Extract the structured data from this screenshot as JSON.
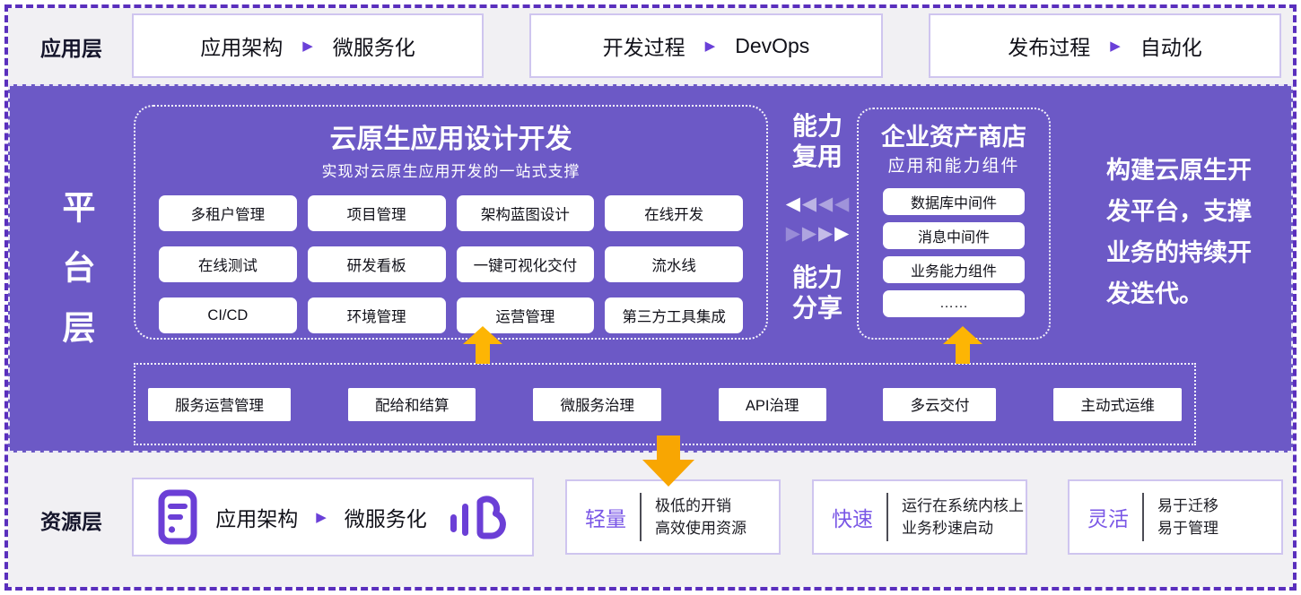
{
  "colors": {
    "panel_purple": "#6c59c6",
    "frame_purple": "#5a2fbd",
    "light_bg": "#f1f0f3",
    "box_border": "#cfc5ef",
    "flow_arrow_purple": "#6a40d8",
    "icon_purple": "#6b3fd6",
    "keyword_purple": "#7a57e6",
    "up_arrow_orange": "#fdb504",
    "down_arrow_orange": "#f8a602"
  },
  "icons": {
    "flow_arrow": "▶",
    "triangle_left": "◀",
    "triangle_right": "▶"
  },
  "app_layer": {
    "label": "应用层",
    "boxes": [
      {
        "left": "应用架构",
        "right": "微服务化"
      },
      {
        "left": "开发过程",
        "right": "DevOps"
      },
      {
        "left": "发布过程",
        "right": "自动化"
      }
    ]
  },
  "platform_layer": {
    "label": "平台层",
    "dev_box": {
      "title": "云原生应用设计开发",
      "subtitle": "实现对云原生应用开发的一站式支撑",
      "buttons": [
        "多租户管理",
        "项目管理",
        "架构蓝图设计",
        "在线开发",
        "在线测试",
        "研发看板",
        "一键可视化交付",
        "流水线",
        "CI/CD",
        "环境管理",
        "运营管理",
        "第三方工具集成"
      ]
    },
    "middle": {
      "top_label": "能力复用",
      "bottom_label": "能力分享"
    },
    "asset_box": {
      "title": "企业资产商店",
      "subtitle": "应用和能力组件",
      "buttons": [
        "数据库中间件",
        "消息中间件",
        "业务能力组件",
        "……"
      ]
    },
    "note": "构建云原生开发平台，支撑业务的持续开发迭代。",
    "service_strip": [
      "服务运营管理",
      "配给和结算",
      "微服务治理",
      "API治理",
      "多云交付",
      "主动式运维"
    ]
  },
  "resource_layer": {
    "label": "资源层",
    "arch_box": {
      "left": "应用架构",
      "right": "微服务化"
    },
    "feature_boxes": [
      {
        "keyword": "轻量",
        "lines": [
          "极低的开销",
          "高效使用资源"
        ]
      },
      {
        "keyword": "快速",
        "lines": [
          "运行在系统内核上",
          "业务秒速启动"
        ]
      },
      {
        "keyword": "灵活",
        "lines": [
          "易于迁移",
          "易于管理"
        ]
      }
    ]
  }
}
